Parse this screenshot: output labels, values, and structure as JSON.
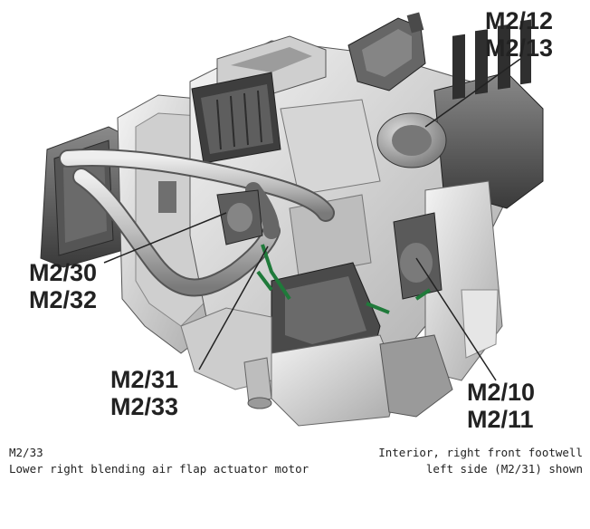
{
  "callouts": {
    "top_right": [
      "M2/12",
      "M2/13"
    ],
    "left": [
      "M2/30",
      "M2/32"
    ],
    "bottom_center": [
      "M2/31",
      "M2/33"
    ],
    "bottom_right": [
      "M2/10",
      "M2/11"
    ]
  },
  "caption": {
    "left_line1": "M2/33",
    "left_line2": "Lower right blending air flap actuator motor",
    "right_line1": "Interior, right front footwell",
    "right_line2": "left side (M2/31) shown"
  }
}
